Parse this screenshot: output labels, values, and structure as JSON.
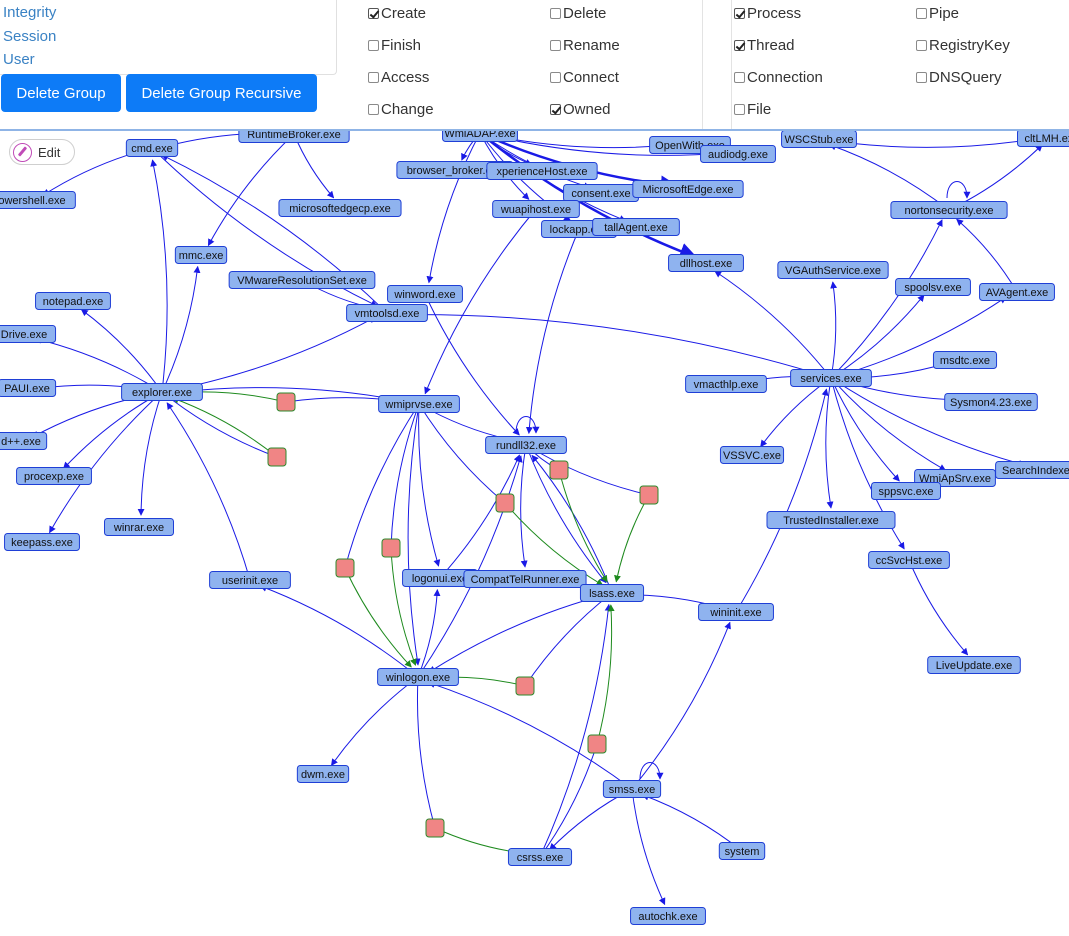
{
  "groups": [
    "Integrity",
    "Session",
    "User"
  ],
  "buttons": {
    "delete_group": "Delete Group",
    "delete_group_recursive": "Delete Group Recursive"
  },
  "event_filters": [
    {
      "label": "Create",
      "checked": true
    },
    {
      "label": "Delete",
      "checked": false
    },
    {
      "label": "Finish",
      "checked": false
    },
    {
      "label": "Rename",
      "checked": false
    },
    {
      "label": "Access",
      "checked": false
    },
    {
      "label": "Connect",
      "checked": false
    },
    {
      "label": "Change",
      "checked": false
    },
    {
      "label": "Owned",
      "checked": true
    }
  ],
  "object_filters": [
    {
      "label": "Process",
      "checked": true
    },
    {
      "label": "Pipe",
      "checked": false
    },
    {
      "label": "Thread",
      "checked": true
    },
    {
      "label": "RegistryKey",
      "checked": false
    },
    {
      "label": "Connection",
      "checked": false
    },
    {
      "label": "DNSQuery",
      "checked": false
    },
    {
      "label": "File",
      "checked": false
    }
  ],
  "edit_label": "Edit",
  "colors": {
    "node_fill": "#8fb3ef",
    "node_stroke": "#1f3fd6",
    "edge_blue": "#1a1ae6",
    "edge_green": "#1e8a1e",
    "event_fill": "#f08585",
    "event_stroke": "#2c8a2c",
    "button": "#0d7bf7"
  },
  "nodes": [
    {
      "id": "cmd",
      "label": "cmd.exe"
    },
    {
      "id": "runtimebroker",
      "label": "RuntimeBroker.exe"
    },
    {
      "id": "wmiadap",
      "label": "WmiADAP.exe"
    },
    {
      "id": "openwith",
      "label": "OpenWith.exe"
    },
    {
      "id": "audiodg",
      "label": "audiodg.exe"
    },
    {
      "id": "wscstub",
      "label": "WSCStub.exe"
    },
    {
      "id": "cltlmh",
      "label": "cltLMH.exe"
    },
    {
      "id": "browser_broker",
      "label": "browser_broker.exe"
    },
    {
      "id": "experiencehost",
      "label": "xperienceHost.exe"
    },
    {
      "id": "consent",
      "label": "consent.exe"
    },
    {
      "id": "microsoftedge",
      "label": "MicrosoftEdge.exe"
    },
    {
      "id": "powershell",
      "label": "owershell.exe"
    },
    {
      "id": "microsoftedgecp",
      "label": "microsoftedgecp.exe"
    },
    {
      "id": "wuapihost",
      "label": "wuapihost.exe"
    },
    {
      "id": "lockapp",
      "label": "lockapp.exe"
    },
    {
      "id": "installagent",
      "label": "tallAgent.exe"
    },
    {
      "id": "nortonsecurity",
      "label": "nortonsecurity.exe"
    },
    {
      "id": "mmc",
      "label": "mmc.exe"
    },
    {
      "id": "dllhost",
      "label": "dllhost.exe"
    },
    {
      "id": "vgauth",
      "label": "VGAuthService.exe"
    },
    {
      "id": "vmwareres",
      "label": "VMwareResolutionSet.exe"
    },
    {
      "id": "spoolsv",
      "label": "spoolsv.exe"
    },
    {
      "id": "avagent",
      "label": "AVAgent.exe"
    },
    {
      "id": "winword",
      "label": "winword.exe"
    },
    {
      "id": "notepad",
      "label": "notepad.exe"
    },
    {
      "id": "vmtoolsd",
      "label": "vmtoolsd.exe"
    },
    {
      "id": "onedrive",
      "label": "Drive.exe"
    },
    {
      "id": "msdtc",
      "label": "msdtc.exe"
    },
    {
      "id": "services",
      "label": "services.exe"
    },
    {
      "id": "vmacthlp",
      "label": "vmacthlp.exe"
    },
    {
      "id": "paui",
      "label": "PAUI.exe"
    },
    {
      "id": "explorer",
      "label": "explorer.exe"
    },
    {
      "id": "wmiprvse",
      "label": "wmiprvse.exe"
    },
    {
      "id": "sysmon",
      "label": "Sysmon4.23.exe"
    },
    {
      "id": "notepadpp",
      "label": "d++.exe"
    },
    {
      "id": "rundll32",
      "label": "rundll32.exe"
    },
    {
      "id": "vssvc",
      "label": "VSSVC.exe"
    },
    {
      "id": "searchindexer",
      "label": "SearchIndexe"
    },
    {
      "id": "wmiapsrv",
      "label": "WmiApSrv.exe"
    },
    {
      "id": "procexp",
      "label": "procexp.exe"
    },
    {
      "id": "sppsvc",
      "label": "sppsvc.exe"
    },
    {
      "id": "trustedinstaller",
      "label": "TrustedInstaller.exe"
    },
    {
      "id": "winrar",
      "label": "winrar.exe"
    },
    {
      "id": "keepass",
      "label": "keepass.exe"
    },
    {
      "id": "ccsvchst",
      "label": "ccSvcHst.exe"
    },
    {
      "id": "logonui",
      "label": "logonui.exe"
    },
    {
      "id": "compattel",
      "label": "CompatTelRunner.exe"
    },
    {
      "id": "userinit",
      "label": "userinit.exe"
    },
    {
      "id": "lsass",
      "label": "lsass.exe"
    },
    {
      "id": "wininit",
      "label": "wininit.exe"
    },
    {
      "id": "liveupdate",
      "label": "LiveUpdate.exe"
    },
    {
      "id": "winlogon",
      "label": "winlogon.exe"
    },
    {
      "id": "dwm",
      "label": "dwm.exe"
    },
    {
      "id": "smss",
      "label": "smss.exe"
    },
    {
      "id": "system",
      "label": "system"
    },
    {
      "id": "csrss",
      "label": "csrss.exe"
    },
    {
      "id": "autochk",
      "label": "autochk.exe"
    }
  ]
}
